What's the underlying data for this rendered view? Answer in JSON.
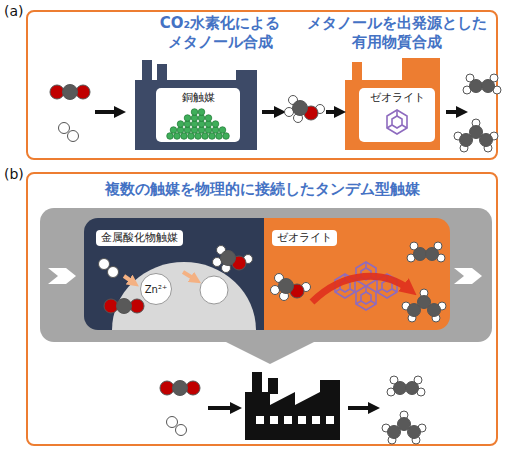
{
  "diagram": {
    "nodes": [
      {
        "text": [
          "CO₂水素化による メタノール合成",
          "メタノールを出発源とした 有用物質合成"
        ]
      },
      {
        "text": [
          "銅触媒"
        ],
        "in": 0
      },
      {
        "text": [
          "ゼオライト"
        ],
        "in": 0
      },
      {
        "text": [
          "複数の触媒を物理的に接続したタンデム型触媒"
        ]
      },
      {
        "text": [
          "金属酸化物触媒"
        ],
        "in": 3
      },
      {
        "text": [
          "Zn²⁺"
        ],
        "in": 4
      },
      {
        "text": [
          "ゼオライト"
        ],
        "in": 3
      }
    ],
    "labels": [
      "(a)",
      "(b)"
    ]
  }
}
